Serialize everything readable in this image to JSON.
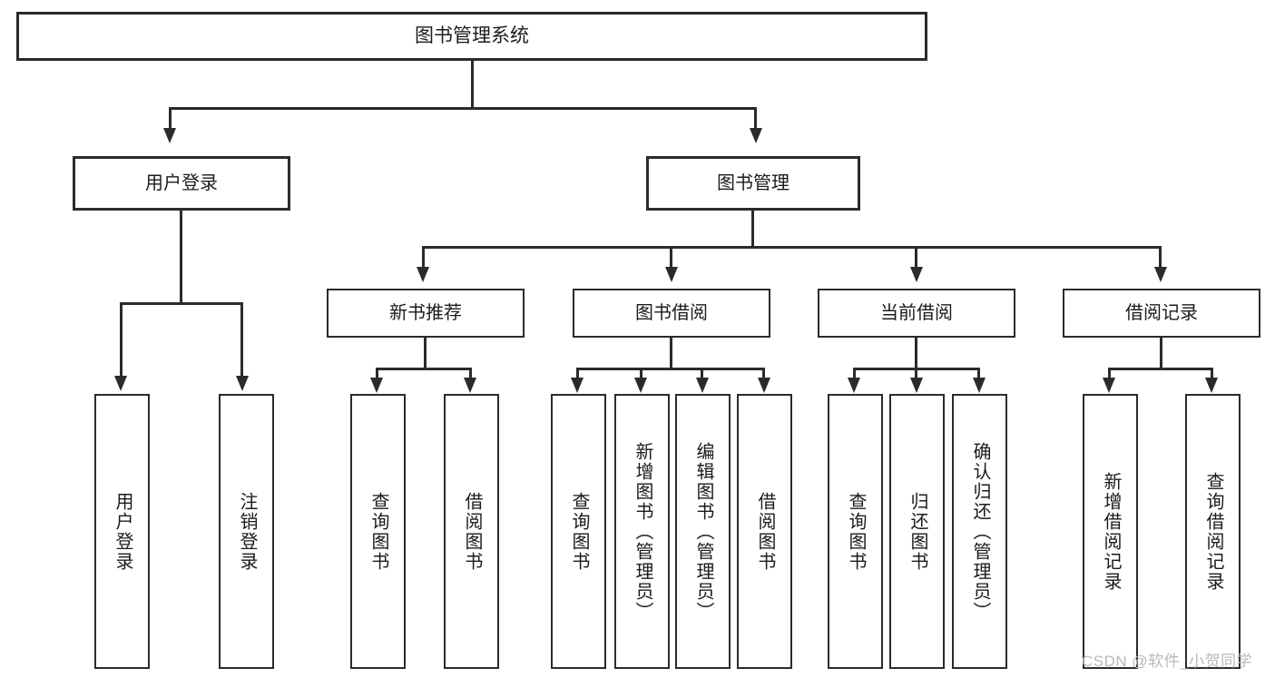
{
  "diagram": {
    "type": "tree-hierarchy",
    "title": "图书管理系统",
    "root": {
      "id": "root",
      "label": "图书管理系统"
    },
    "level2": [
      {
        "id": "user-login",
        "label": "用户登录"
      },
      {
        "id": "book-manage",
        "label": "图书管理"
      }
    ],
    "level3": [
      {
        "id": "new-book-recommend",
        "label": "新书推荐",
        "parent": "book-manage"
      },
      {
        "id": "book-borrow",
        "label": "图书借阅",
        "parent": "book-manage"
      },
      {
        "id": "current-borrow",
        "label": "当前借阅",
        "parent": "book-manage"
      },
      {
        "id": "borrow-record",
        "label": "借阅记录",
        "parent": "book-manage"
      }
    ],
    "leaves": [
      {
        "id": "leaf-user-login",
        "label": "用户登录",
        "parent": "user-login"
      },
      {
        "id": "leaf-user-logout",
        "label": "注销登录",
        "parent": "user-login"
      },
      {
        "id": "leaf-query-book-1",
        "label": "查询图书",
        "parent": "new-book-recommend"
      },
      {
        "id": "leaf-borrow-book-1",
        "label": "借阅图书",
        "parent": "new-book-recommend"
      },
      {
        "id": "leaf-query-book-2",
        "label": "查询图书",
        "parent": "book-borrow"
      },
      {
        "id": "leaf-add-book",
        "label": "新增图书（管理员）",
        "parent": "book-borrow"
      },
      {
        "id": "leaf-edit-book",
        "label": "编辑图书（管理员）",
        "parent": "book-borrow"
      },
      {
        "id": "leaf-borrow-book-2",
        "label": "借阅图书",
        "parent": "book-borrow"
      },
      {
        "id": "leaf-query-book-3",
        "label": "查询图书",
        "parent": "current-borrow"
      },
      {
        "id": "leaf-return-book",
        "label": "归还图书",
        "parent": "current-borrow"
      },
      {
        "id": "leaf-confirm-return",
        "label": "确认归还（管理员）",
        "parent": "current-borrow"
      },
      {
        "id": "leaf-add-record",
        "label": "新增借阅记录",
        "parent": "borrow-record"
      },
      {
        "id": "leaf-query-record",
        "label": "查询借阅记录",
        "parent": "borrow-record"
      }
    ],
    "watermark": "CSDN @软件_小贺同学",
    "colors": {
      "line": "#2b2b2b",
      "box_fill": "#ffffff",
      "text": "#1b1b1b",
      "watermark": "#b9b9b9"
    }
  }
}
